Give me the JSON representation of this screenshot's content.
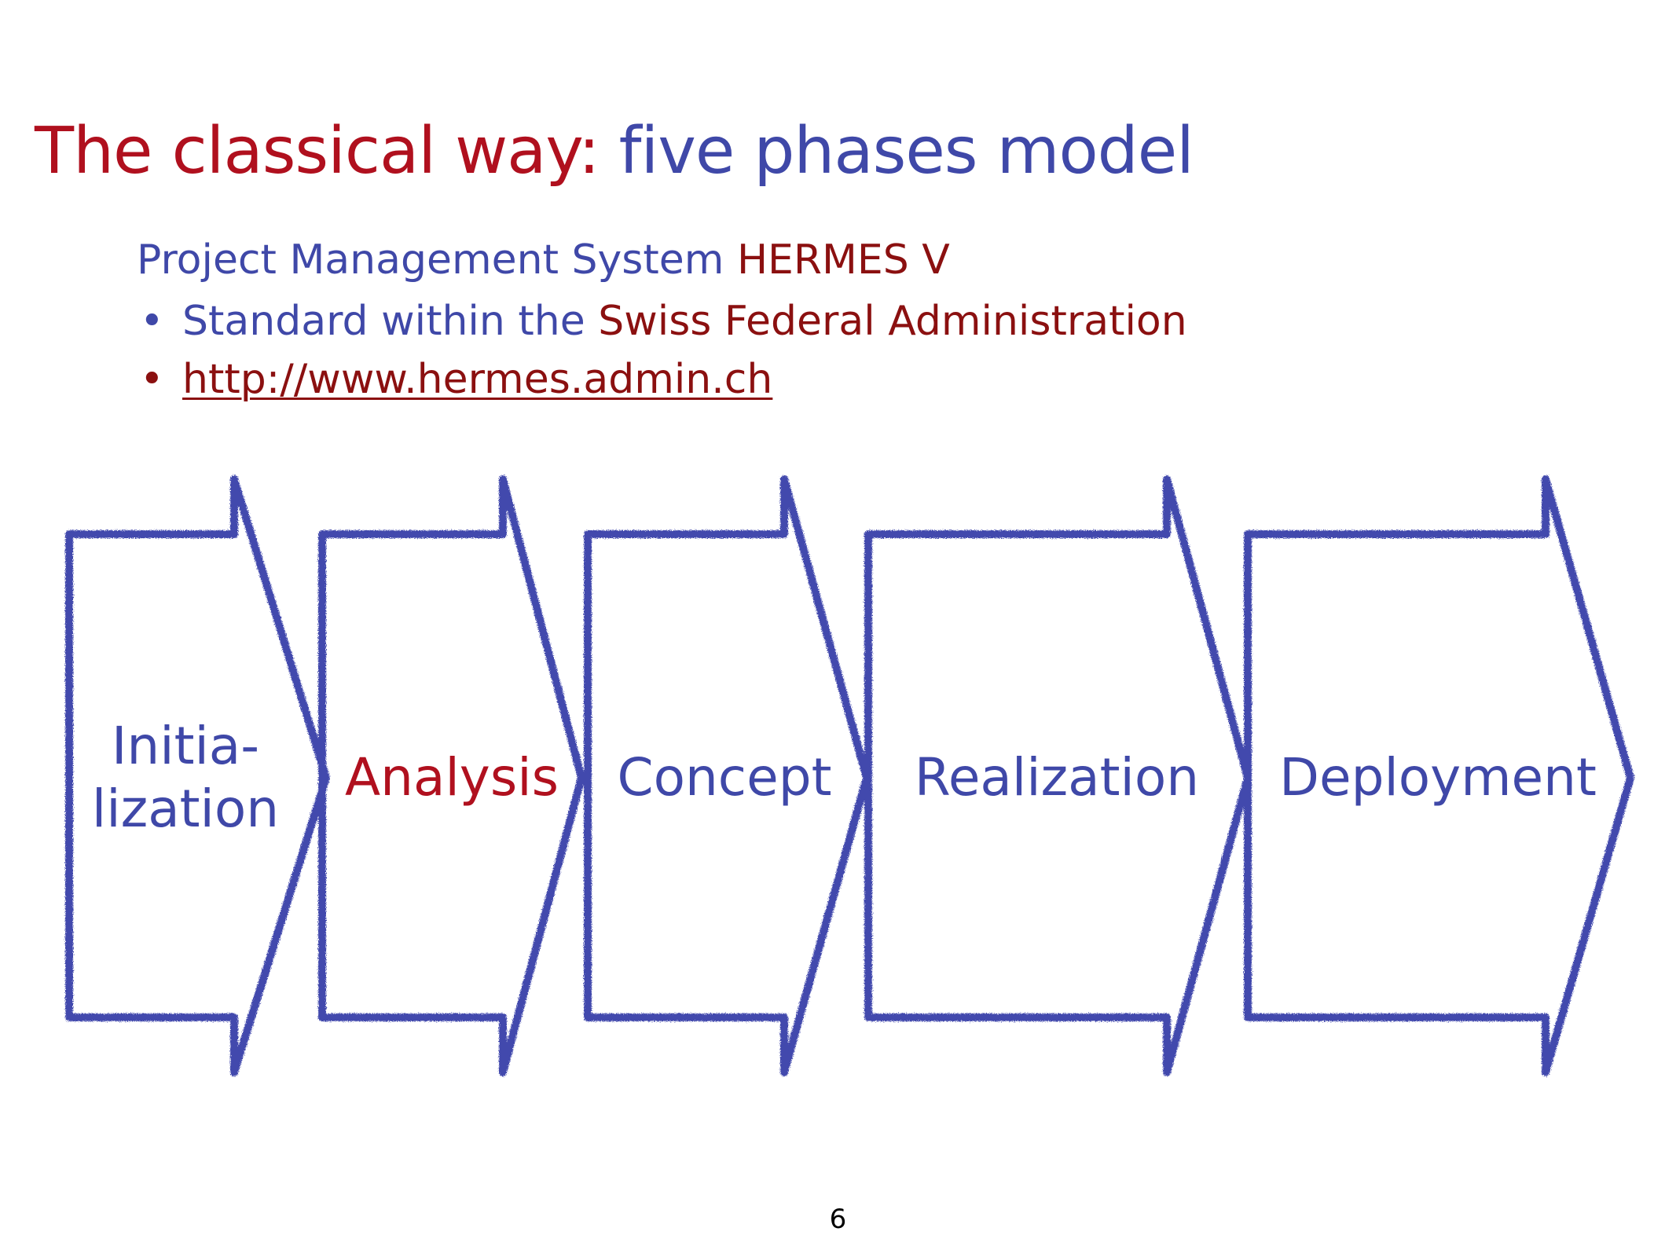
{
  "slide": {
    "title_part1": "The classical way: ",
    "title_part2": "five phases model",
    "subtitle_part1": "Project Management System ",
    "subtitle_part2": "HERMES V",
    "bullets": [
      {
        "part1": "Standard within the ",
        "part2": "Swiss Federal Administration"
      },
      {
        "link": "http://www.hermes.admin.ch"
      }
    ],
    "bullet_symbol": "•",
    "page_number": "6"
  },
  "colors": {
    "title_red": "#b0101e",
    "blue": "#3f48a8",
    "dark_red": "#8b1010",
    "arrow_stroke": "#4249ad"
  },
  "phases": [
    {
      "lines": [
        "Initia-",
        "lization"
      ],
      "color": "#3f48a8"
    },
    {
      "lines": [
        "Analysis"
      ],
      "color": "#b0101e"
    },
    {
      "lines": [
        "Concept"
      ],
      "color": "#3f48a8"
    },
    {
      "lines": [
        "Realization"
      ],
      "color": "#3f48a8"
    },
    {
      "lines": [
        "Deployment"
      ],
      "color": "#3f48a8"
    }
  ]
}
